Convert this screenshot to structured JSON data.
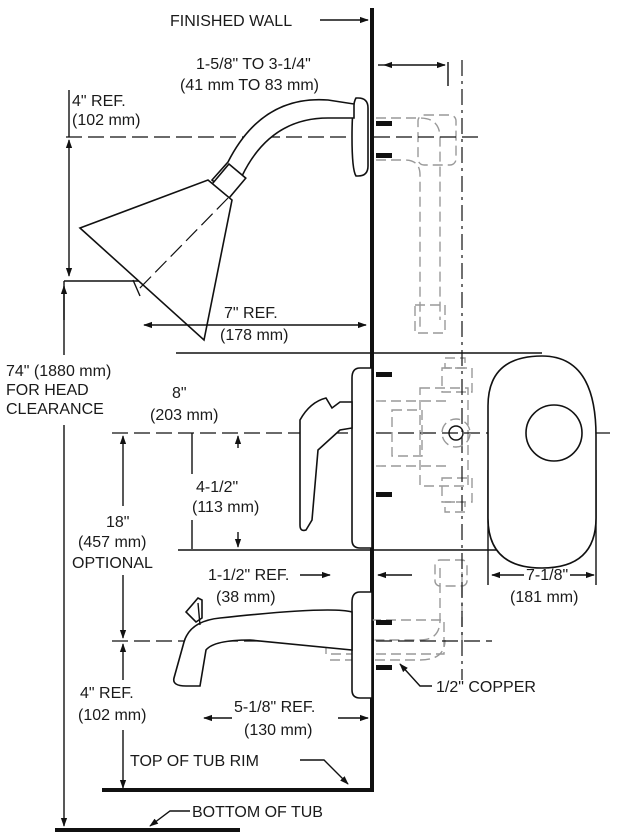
{
  "labels": {
    "finished_wall": "FINISHED WALL",
    "wall_depth": [
      "1-5/8\" TO 3-1/4\"",
      "(41 mm TO 83 mm)"
    ],
    "head_ref": [
      "4\" REF.",
      "(102 mm)"
    ],
    "arm_reach": [
      "7\" REF.",
      "(178 mm)"
    ],
    "head_clearance": [
      "74\" (1880 mm)",
      "FOR HEAD",
      "CLEARANCE"
    ],
    "valve_to_arm": [
      "8\"",
      "(203 mm)"
    ],
    "valve_to_trim_bottom": [
      "4-1/2\"",
      "(113 mm)"
    ],
    "valve_height": [
      "18\"",
      "(457 mm)",
      "OPTIONAL"
    ],
    "spout_offset": [
      "1-1/2\" REF.",
      "(38 mm)"
    ],
    "trim_width": [
      "7-1/8\"",
      "(181 mm)"
    ],
    "copper": "1/2\" COPPER",
    "spout_ref": [
      "4\" REF.",
      "(102 mm)"
    ],
    "spout_reach": [
      "5-1/8\" REF.",
      "(130 mm)"
    ],
    "tub_rim": "TOP OF TUB RIM",
    "tub_bottom": "BOTTOM OF TUB"
  }
}
